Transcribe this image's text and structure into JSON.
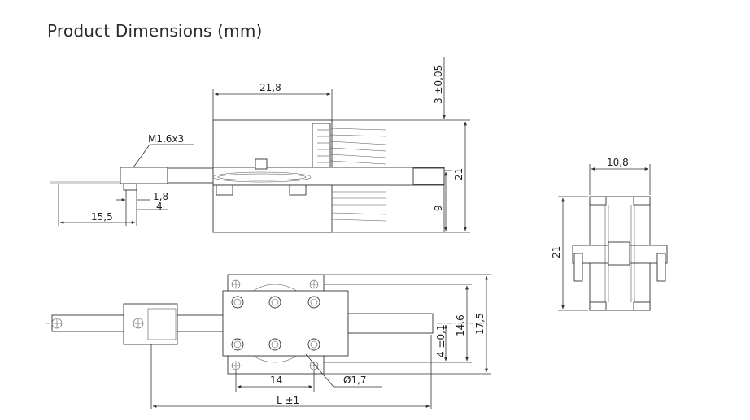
{
  "title": "Product Dimensions (mm)",
  "dimensions": {
    "top_width": "21,8",
    "top_offset_height": "3 ±0,05",
    "right_height_total": "21",
    "right_height_lower": "9",
    "screw_label": "M1,6x3",
    "screw_dim_a": "1,8",
    "screw_dim_b": "4",
    "left_length": "15,5",
    "side_width": "10,8",
    "side_height": "21",
    "bottom_spacing": "14",
    "hole_diameter": "Ø1,7",
    "length_total": "L ±1",
    "offset_small": "4 ±0,1",
    "height_mid": "14,6",
    "height_outer": "17,5"
  }
}
